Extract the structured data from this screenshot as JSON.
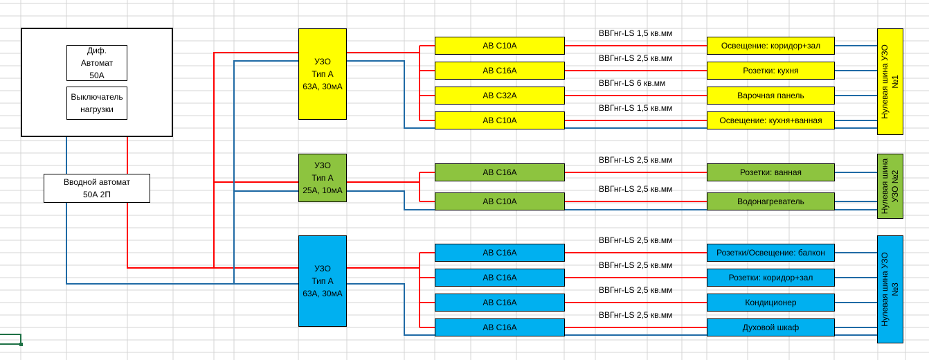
{
  "colors": {
    "yellow": "#ffff00",
    "green": "#8dc43f",
    "blue": "#00b0f0",
    "phase": "#ff0000",
    "neutral": "#1f6aa5"
  },
  "main_panel": {
    "diff_breaker": "Диф.\nАвтомат\n50А",
    "load_switch": "Выключатель\nнагрузки"
  },
  "input_breaker": "Вводной автомат\n50А 2П",
  "groups": [
    {
      "uzo": "УЗО\nТип А\n63А, 30мА",
      "bus": "Нулевая шина УЗО\n№1",
      "color": "#ffff00",
      "lines": [
        {
          "breaker": "АВ С10А",
          "cable": "ВВГнг-LS 1,5 кв.мм",
          "load": "Освещение: коридор+зал"
        },
        {
          "breaker": "АВ С16А",
          "cable": "ВВГнг-LS 2,5 кв.мм",
          "load": "Розетки: кухня"
        },
        {
          "breaker": "АВ С32А",
          "cable": "ВВГнг-LS 6 кв.мм",
          "load": "Варочная панель"
        },
        {
          "breaker": "АВ С10А",
          "cable": "ВВГнг-LS 1,5 кв.мм",
          "load": "Освещение: кухня+ванная"
        }
      ]
    },
    {
      "uzo": "УЗО\nТип А\n25А, 10мА",
      "bus": "Нулевая шина\nУЗО №2",
      "color": "#8dc43f",
      "lines": [
        {
          "breaker": "АВ С16А",
          "cable": "ВВГнг-LS 2,5 кв.мм",
          "load": "Розетки: ванная"
        },
        {
          "breaker": "АВ С10А",
          "cable": "ВВГнг-LS 2,5 кв.мм",
          "load": "Водонагреватель"
        }
      ]
    },
    {
      "uzo": "УЗО\nТип А\n63А, 30мА",
      "bus": "Нулевая шина УЗО\n№3",
      "color": "#00b0f0",
      "lines": [
        {
          "breaker": "АВ С16А",
          "cable": "ВВГнг-LS 2,5 кв.мм",
          "load": "Розетки/Освещение: балкон"
        },
        {
          "breaker": "АВ С16А",
          "cable": "ВВГнг-LS 2,5 кв.мм",
          "load": "Розетки: коридор+зал"
        },
        {
          "breaker": "АВ С16А",
          "cable": "ВВГнг-LS 2,5 кв.мм",
          "load": "Кондиционер"
        },
        {
          "breaker": "АВ С16А",
          "cable": "ВВГнг-LS 2,5 кв.мм",
          "load": "Духовой шкаф"
        }
      ]
    }
  ]
}
